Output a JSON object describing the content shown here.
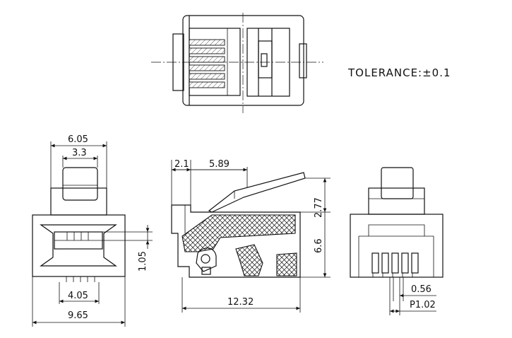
{
  "tolerance": "TOLERANCE:±0.1",
  "dimensions": {
    "d_6_05": "6.05",
    "d_3_3": "3.3",
    "d_1_05": "1.05",
    "d_4_05": "4.05",
    "d_9_65": "9.65",
    "d_2_1": "2.1",
    "d_5_89": "5.89",
    "d_2_77": "2.77",
    "d_6_6": "6.6",
    "d_12_32": "12.32",
    "d_0_56": "0.56",
    "d_p1_02": "P1.02"
  }
}
